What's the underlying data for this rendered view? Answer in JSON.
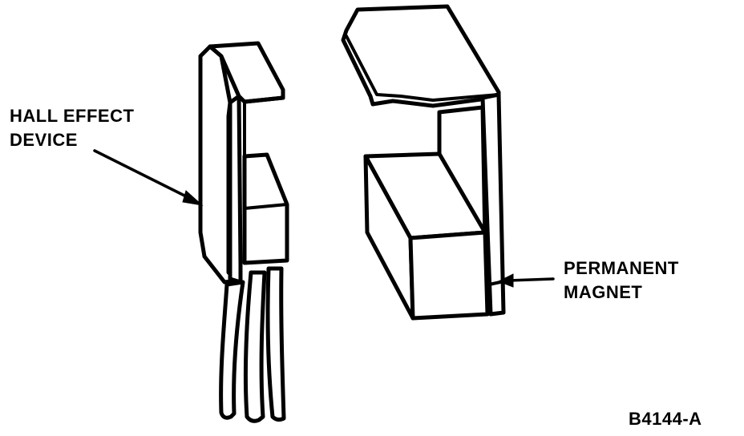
{
  "diagram": {
    "type": "technical-illustration",
    "components": [
      {
        "id": "hall-effect-device",
        "label_lines": [
          "HALL EFFECT",
          "DEVICE"
        ],
        "description": "C-shaped sensor body with three lead wires"
      },
      {
        "id": "permanent-magnet",
        "label_lines": [
          "PERMANENT",
          "MAGNET"
        ],
        "description": "C-shaped magnet assembly with rectangular pole block"
      }
    ],
    "lead_wire_count": 3,
    "figure_id": "B4144-A"
  },
  "labels": {
    "hall": {
      "line1": "HALL EFFECT",
      "line2": "DEVICE"
    },
    "magnet": {
      "line1": "PERMANENT",
      "line2": "MAGNET"
    },
    "figure_id": "B4144-A"
  },
  "colors": {
    "ink": "#000000",
    "paper": "#ffffff"
  }
}
